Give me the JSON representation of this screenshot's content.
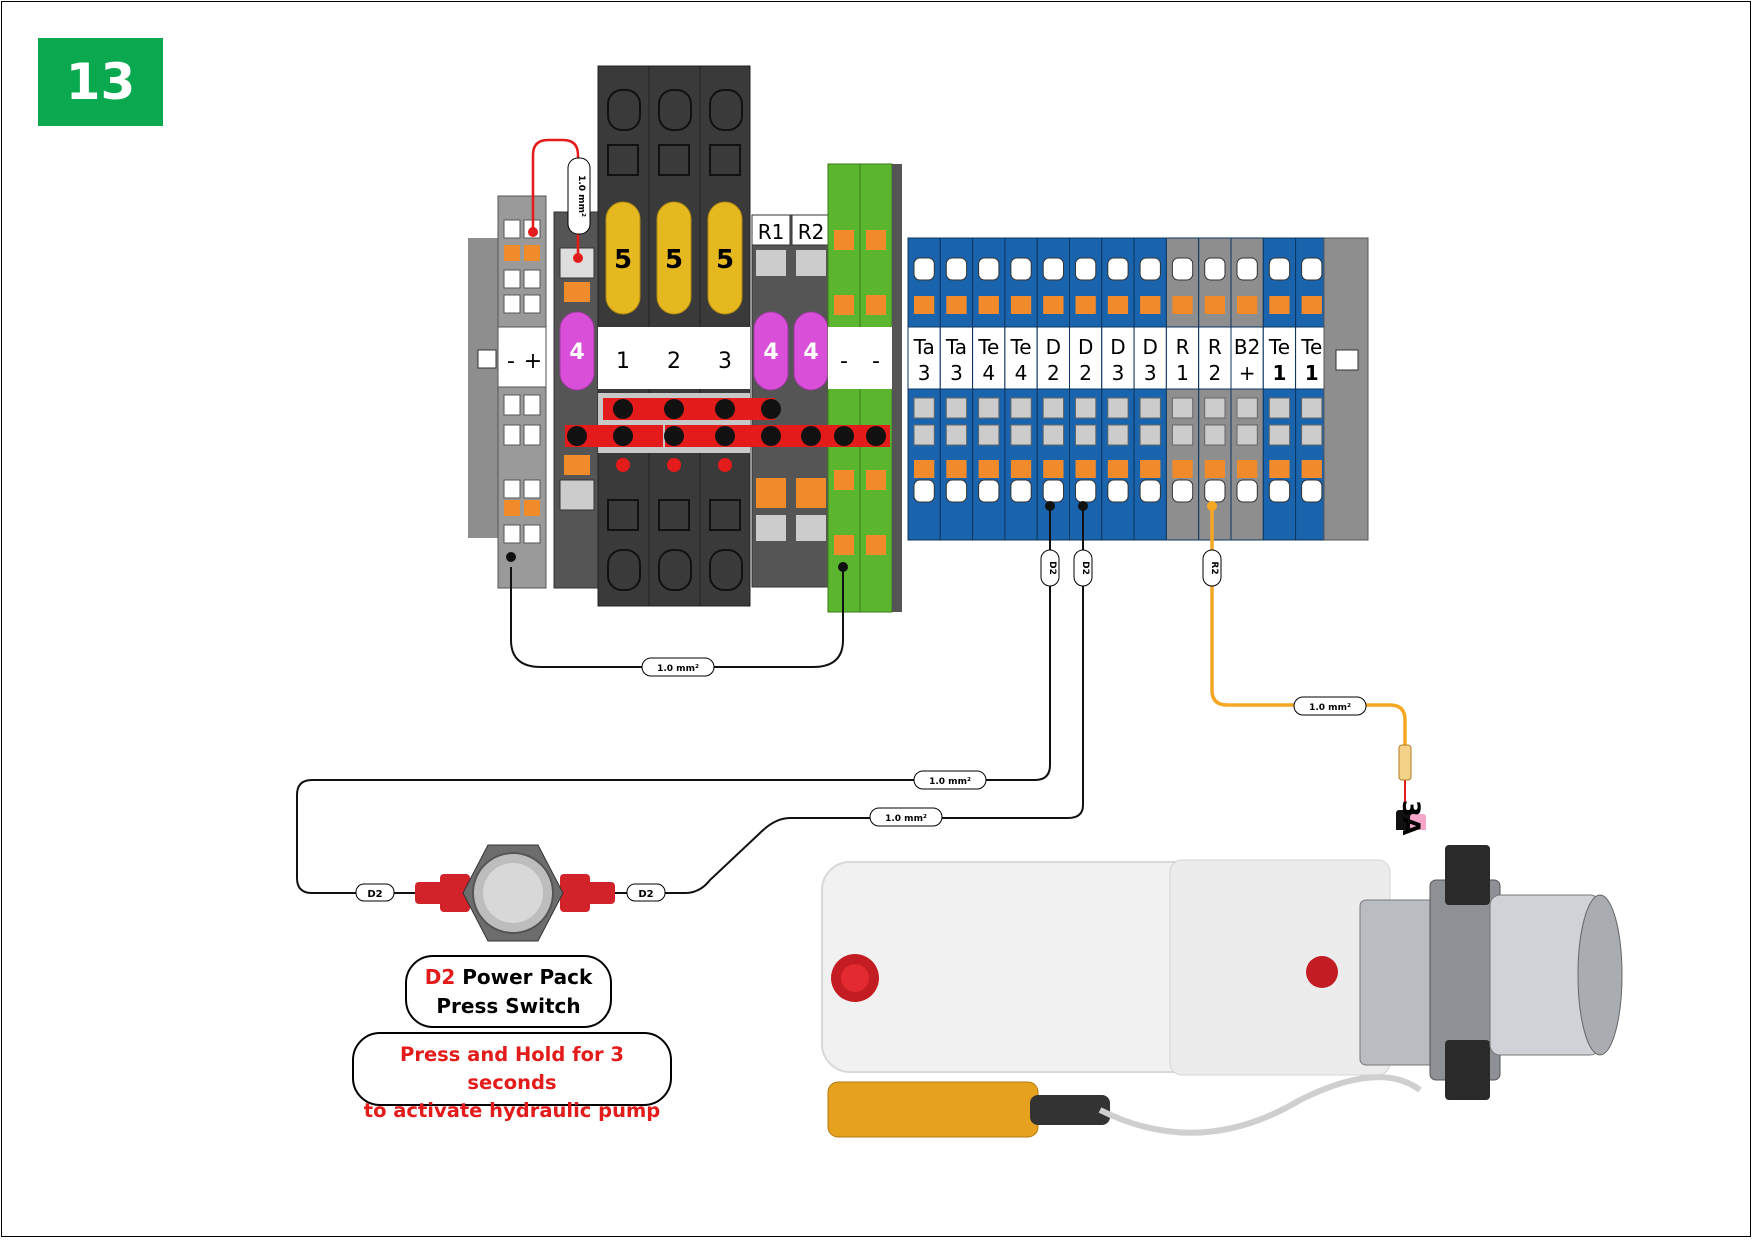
{
  "step_number": "13",
  "colors": {
    "badge": "#0aa94f",
    "accent_red": "#e31b1b",
    "wire_orange": "#f5a623",
    "terminal_blue": "#1a64ad",
    "terminal_grey": "#8e8e8e",
    "terminal_green": "#5cb52e",
    "fuse_gold": "#e6b820",
    "fuse_pink": "#d94fd9",
    "relay_dark": "#3a3a3a"
  },
  "left_terminals": {
    "minus": "-",
    "plus": "+"
  },
  "fuses": {
    "top": [
      "5",
      "5",
      "5"
    ],
    "pink": "4",
    "slots": [
      "1",
      "2",
      "3"
    ],
    "pink_right_1": "4",
    "pink_right_2": "4"
  },
  "relays": {
    "r1": "R1",
    "r2": "R2"
  },
  "green_terminals": [
    "-",
    "-"
  ],
  "blue_terminals": [
    {
      "top": "Ta",
      "bottom": "3"
    },
    {
      "top": "Ta",
      "bottom": "3"
    },
    {
      "top": "Te",
      "bottom": "4"
    },
    {
      "top": "Te",
      "bottom": "4"
    },
    {
      "top": "D",
      "bottom": "2"
    },
    {
      "top": "D",
      "bottom": "2"
    },
    {
      "top": "D",
      "bottom": "3"
    },
    {
      "top": "D",
      "bottom": "3"
    },
    {
      "top": "R",
      "bottom": "1"
    },
    {
      "top": "R",
      "bottom": "2"
    },
    {
      "top": "B2",
      "bottom": "+"
    },
    {
      "top": "Te",
      "bottom": "1"
    },
    {
      "top": "Te",
      "bottom": "1"
    }
  ],
  "wire_labels": {
    "fuse_jumper": "1.0 mm²",
    "bottom_jumper": "1.0 mm²",
    "d2_wire_a_tag": "D2",
    "d2_wire_b_tag": "D2",
    "r2_wire_tag": "R2",
    "r2_wire_size": "1.0 mm²",
    "d2_wire_a_size": "1.0 mm²",
    "d2_wire_b_size": "1.0 mm²",
    "switch_left_tag": "D2",
    "switch_right_tag": "D2"
  },
  "fuse_rating": "3A",
  "switch_label": {
    "code": "D2",
    "name_line1": "Power Pack",
    "name_line2": "Press Switch"
  },
  "instruction": {
    "line1": "Press and Hold for 3 seconds",
    "line2": "to activate hydraulic pump"
  }
}
